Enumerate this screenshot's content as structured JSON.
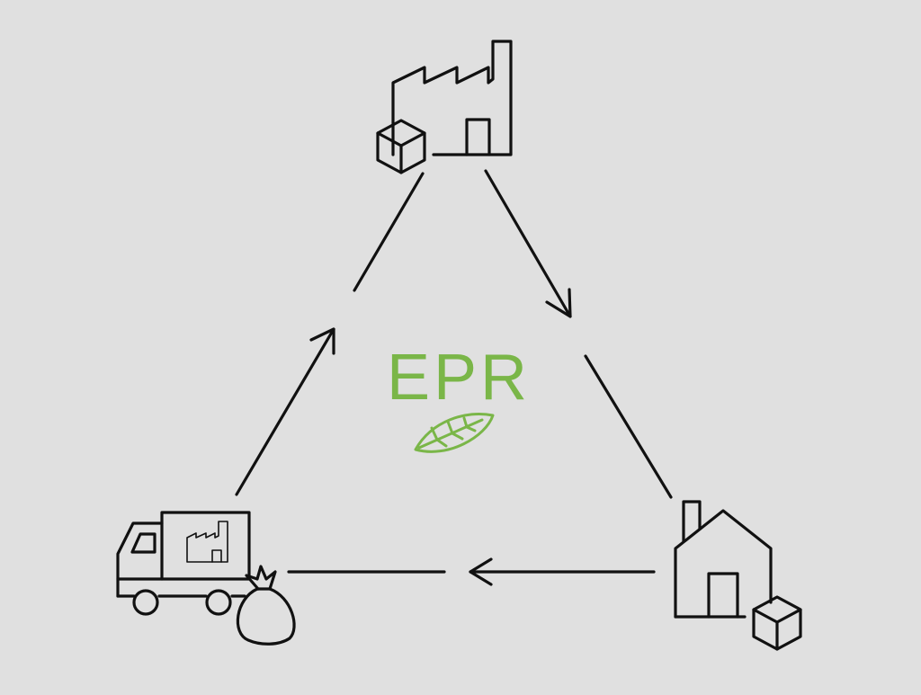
{
  "diagram": {
    "center_label": "EPR",
    "accent_color": "#7ab648",
    "ink_color": "#111111",
    "background": "#e0e0e0",
    "nodes": [
      {
        "id": "factory",
        "icon": "factory-with-box-icon"
      },
      {
        "id": "household",
        "icon": "house-with-box-icon"
      },
      {
        "id": "collection",
        "icon": "truck-with-garbage-bag-icon"
      }
    ],
    "flows": [
      {
        "from": "factory",
        "to": "household",
        "icon": "arrow-down-right-icon"
      },
      {
        "from": "household",
        "to": "collection",
        "icon": "arrow-left-icon"
      },
      {
        "from": "collection",
        "to": "factory",
        "icon": "arrow-up-right-icon"
      }
    ],
    "center_icon": "leaf-icon"
  }
}
